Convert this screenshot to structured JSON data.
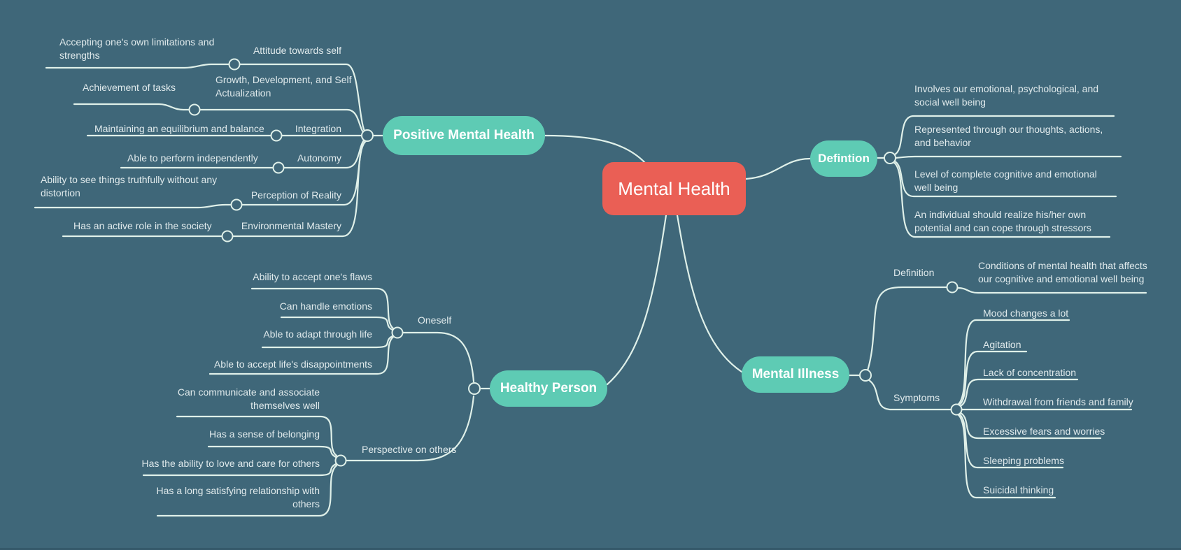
{
  "colors": {
    "background": "#3f6779",
    "line": "#dff0e9",
    "label_text": "#e0eaec",
    "node_teal": "#5ecbb4",
    "node_red": "#ea5f55",
    "node_text": "#ffffff",
    "bottom_edge": "#35596a"
  },
  "root": {
    "label": "Mental Health"
  },
  "branches": {
    "positive": {
      "label": "Positive Mental Health",
      "children": [
        {
          "label": "Attitude towards self",
          "detail": "Accepting one's own limitations and\nstrengths"
        },
        {
          "label": "Growth, Development, and Self\nActualization",
          "detail": "Achievement of tasks"
        },
        {
          "label": "Integration",
          "detail": "Maintaining an equilibrium and balance"
        },
        {
          "label": "Autonomy",
          "detail": "Able to perform independently"
        },
        {
          "label": "Perception of Reality",
          "detail": "Ability to see things truthfully without any\ndistortion"
        },
        {
          "label": "Environmental Mastery",
          "detail": "Has an active role in the society"
        }
      ]
    },
    "defintion": {
      "label": "Defintion",
      "children": [
        "Involves our emotional, psychological, and\nsocial well being",
        "Represented through our thoughts, actions,\nand behavior",
        "Level of complete cognitive and emotional\nwell being",
        "An individual should realize his/her own\npotential and can cope through stressors"
      ]
    },
    "mental_illness": {
      "label": "Mental Illness",
      "definition": {
        "label": "Definition",
        "detail": "Conditions of mental health that affects\nour cognitive and emotional well being"
      },
      "symptoms": {
        "label": "Symptoms",
        "items": [
          "Mood changes a lot",
          "Agitation",
          "Lack of concentration",
          "Withdrawal from friends and family",
          "Excessive fears and worries",
          "Sleeping problems",
          "Suicidal thinking"
        ]
      }
    },
    "healthy_person": {
      "label": "Healthy Person",
      "oneself": {
        "label": "Oneself",
        "items": [
          "Ability to accept one's flaws",
          "Can handle emotions",
          "Able to adapt through life",
          "Able to accept life's disappointments"
        ]
      },
      "perspective": {
        "label": "Perspective on others",
        "items": [
          "Can communicate and associate\nthemselves well",
          "Has a sense of belonging",
          "Has the ability to love and care for others",
          "Has a long satisfying relationship with\nothers"
        ]
      }
    }
  }
}
